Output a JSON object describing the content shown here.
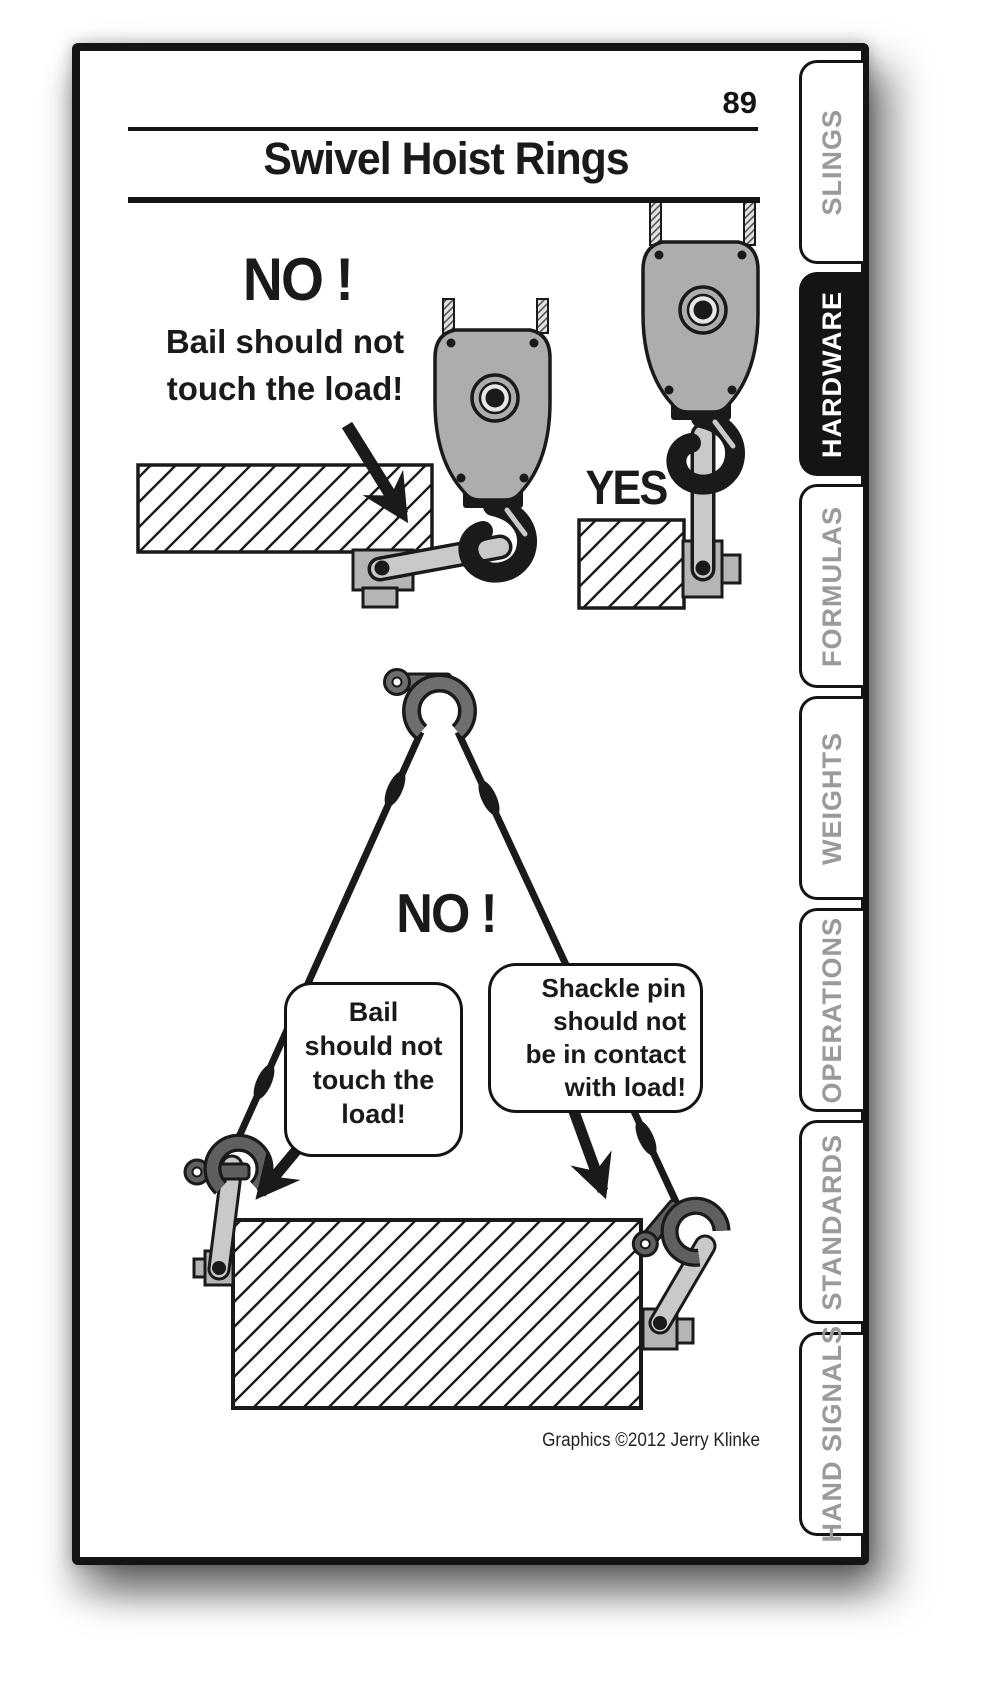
{
  "page": {
    "number": "89",
    "title": "Swivel Hoist Rings",
    "credit": "Graphics ©2012 Jerry Klinke"
  },
  "tabs": [
    {
      "label": "SLINGS"
    },
    {
      "label": "HARDWARE"
    },
    {
      "label": "FORMULAS"
    },
    {
      "label": "WEIGHTS"
    },
    {
      "label": "OPERATIONS"
    },
    {
      "label": "STANDARDS"
    },
    {
      "label": "HAND SIGNALS"
    }
  ],
  "active_tab": "HARDWARE",
  "upper_diagram": {
    "no_label": "NO !",
    "no_caption_1": "Bail should not",
    "no_caption_2": "touch the load!",
    "yes_label": "YES"
  },
  "lower_diagram": {
    "no_label": "NO !",
    "bubble_left": [
      "Bail",
      "should not",
      "touch the",
      "load!"
    ],
    "bubble_right": [
      "Shackle pin",
      "should not",
      "be in contact",
      "with load!"
    ]
  },
  "colors": {
    "ink": "#1a1a1a",
    "tab_text": "#9a9a9a",
    "active_tab_bg": "#141414",
    "block_gray": "#adadad",
    "bail_gray": "#c9c9c9",
    "shackle_gray": "#6e6e6e"
  }
}
